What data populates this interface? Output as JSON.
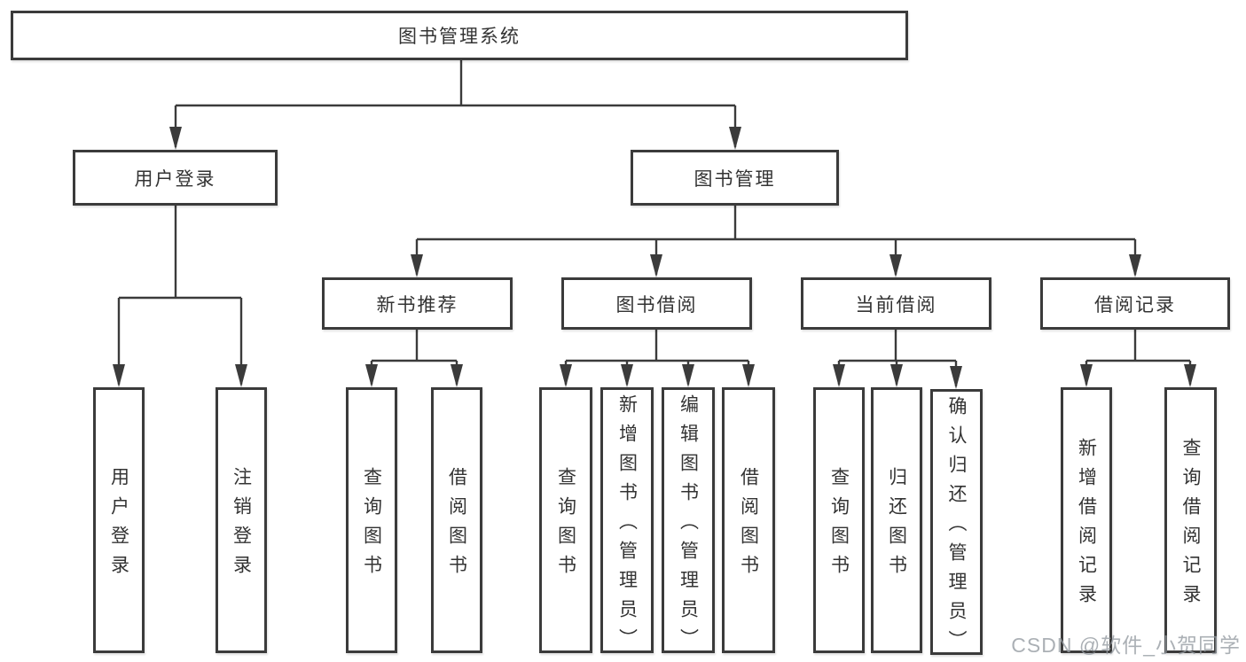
{
  "diagram_title": "图书管理系统",
  "tree": {
    "root": "图书管理系统",
    "branches": [
      {
        "label": "用户登录",
        "children": [
          "用户登录",
          "注销登录"
        ]
      },
      {
        "label": "图书管理",
        "sections": [
          {
            "label": "新书推荐",
            "children": [
              "查询图书",
              "借阅图书"
            ]
          },
          {
            "label": "图书借阅",
            "children": [
              "查询图书",
              "新增图书（管理员）",
              "编辑图书（管理员）",
              "借阅图书"
            ]
          },
          {
            "label": "当前借阅",
            "children": [
              "查询图书",
              "归还图书",
              "确认归还（管理员）"
            ]
          },
          {
            "label": "借阅记录",
            "children": [
              "新增借阅记录",
              "查询借阅记录"
            ]
          }
        ]
      }
    ]
  },
  "watermark": "CSDN @软件_小贺同学",
  "colors": {
    "line": "#3b3b3b",
    "box_border": "#3b3b3b",
    "text": "#333333",
    "background": "#ffffff",
    "watermark": "#969ca3"
  }
}
